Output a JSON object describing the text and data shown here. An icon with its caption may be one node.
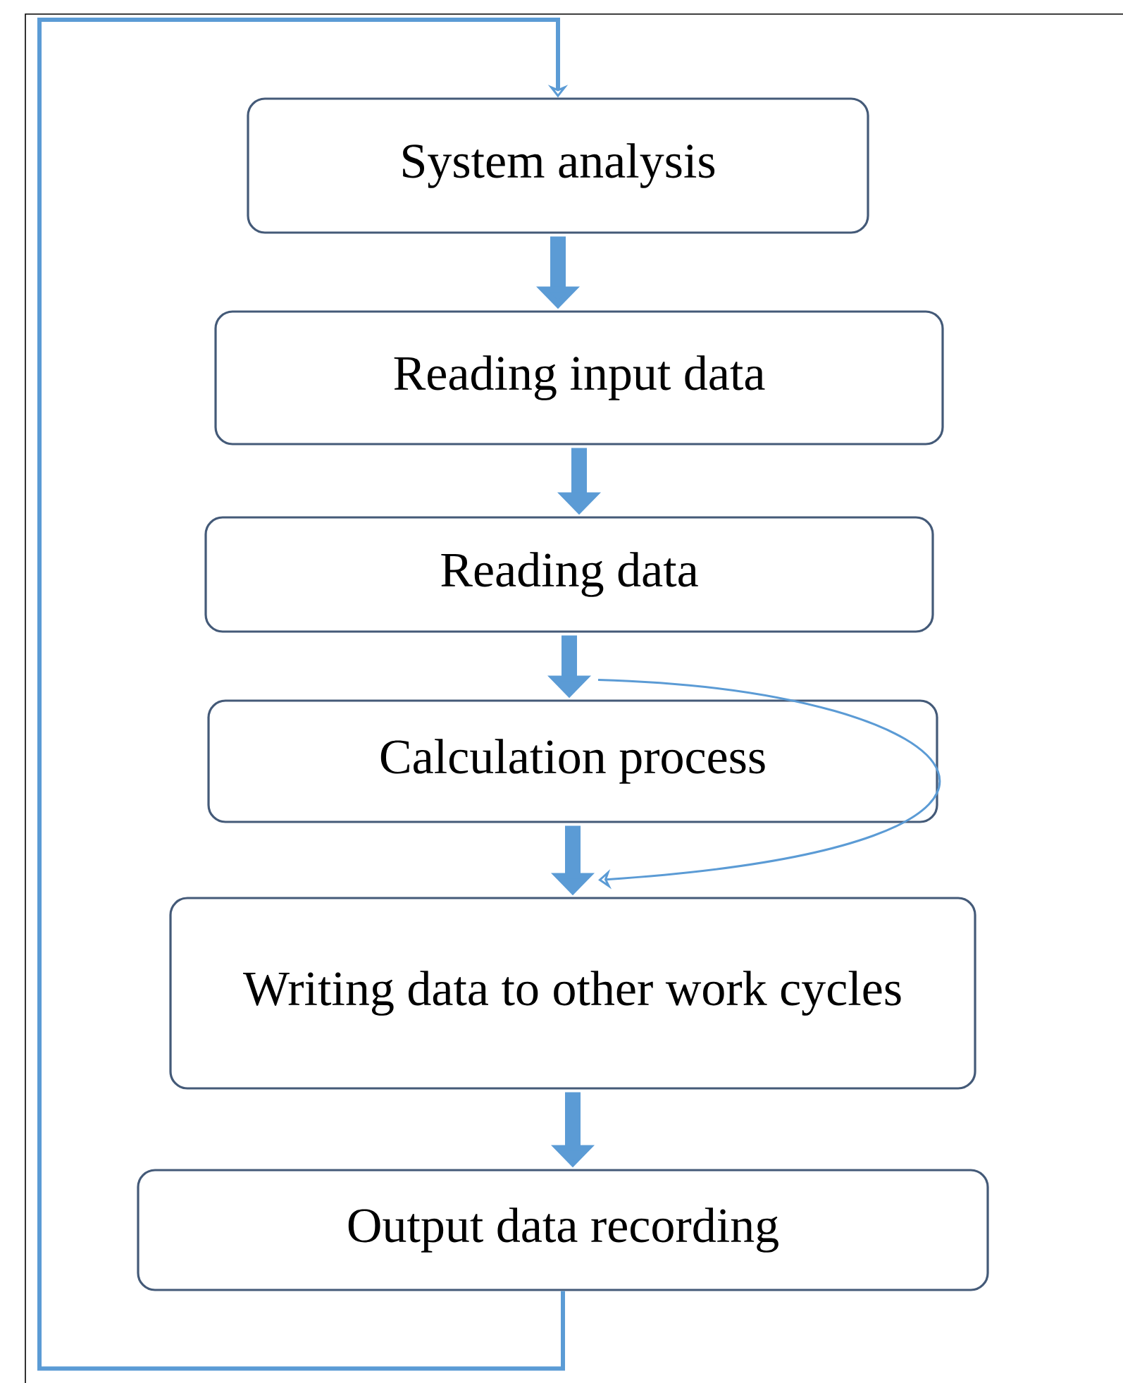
{
  "diagram": {
    "nodes": [
      {
        "text": [
          "System analysis"
        ]
      },
      {
        "text": [
          "Reading input data"
        ]
      },
      {
        "text": [
          "Reading data"
        ]
      },
      {
        "text": [
          "Calculation process"
        ]
      },
      {
        "text": [
          "Writing data to other work cycles"
        ]
      },
      {
        "text": [
          "Output data recording"
        ]
      }
    ],
    "edges": [
      {
        "from": 0,
        "to": 1,
        "arrow": "to"
      },
      {
        "from": 1,
        "to": 2,
        "arrow": "to"
      },
      {
        "from": 2,
        "to": 3,
        "arrow": "to"
      },
      {
        "from": 3,
        "to": 4,
        "arrow": "to"
      },
      {
        "from": 4,
        "to": 5,
        "arrow": "to"
      },
      {
        "from": 3,
        "to": 4,
        "arrow": "to"
      },
      {
        "from": 5,
        "to": 0,
        "arrow": "to"
      }
    ]
  }
}
